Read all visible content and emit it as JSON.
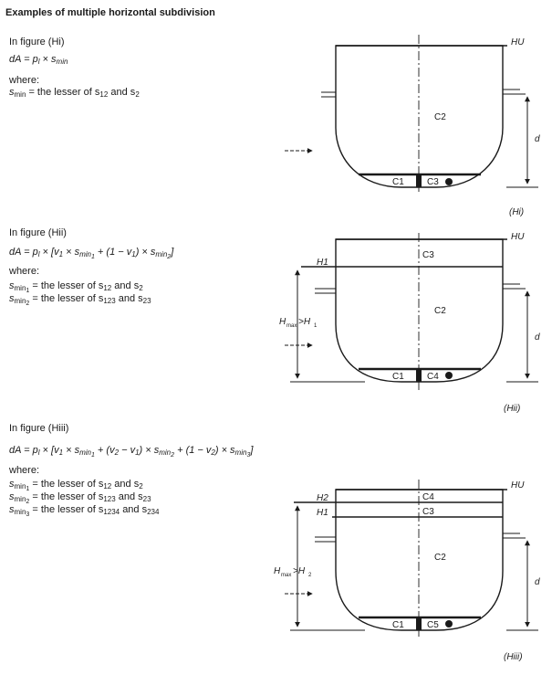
{
  "heading": "Examples of multiple horizontal subdivision",
  "sections": [
    {
      "intro": "In figure (Hi)",
      "formula_lead": "dA = p",
      "formula_tail": "× s",
      "where": "where:",
      "def1_lead": "= the lesser of s",
      "def1_mid": "and s",
      "fig_tag": "(Hi)",
      "labels": {
        "hu": "HU",
        "c2": "C2",
        "c1": "C1",
        "c3": "C3",
        "d": "d"
      }
    },
    {
      "intro": "In figure (Hii)",
      "formula_lead": "dA = p",
      "where": "where:",
      "def1_lead": "= the lesser of s",
      "def1_mid": "and s",
      "def2_lead": "= the lesser of s",
      "def2_mid": "and s",
      "fig_tag": "(Hii)",
      "labels": {
        "hu": "HU",
        "h1": "H1",
        "c3": "C3",
        "c2": "C2",
        "c1": "C1",
        "c4": "C4",
        "hmax": "H",
        "gt": ">H",
        "d": "d"
      }
    },
    {
      "intro": "In figure (Hiii)",
      "formula_lead": "dA = p",
      "where": "where:",
      "def1_lead": "= the lesser of s",
      "def1_mid": "and s",
      "def2_lead": "= the lesser of s",
      "def2_mid": "and s",
      "def3_lead": "= the lesser of s",
      "def3_mid": "and s",
      "fig_tag": "(Hiii)",
      "labels": {
        "hu": "HU",
        "h2": "H2",
        "h1": "H1",
        "c4": "C4",
        "c3": "C3",
        "c2": "C2",
        "c1": "C1",
        "c5": "C5",
        "hmax": "H",
        "gt": ">H",
        "d": "d"
      }
    }
  ]
}
